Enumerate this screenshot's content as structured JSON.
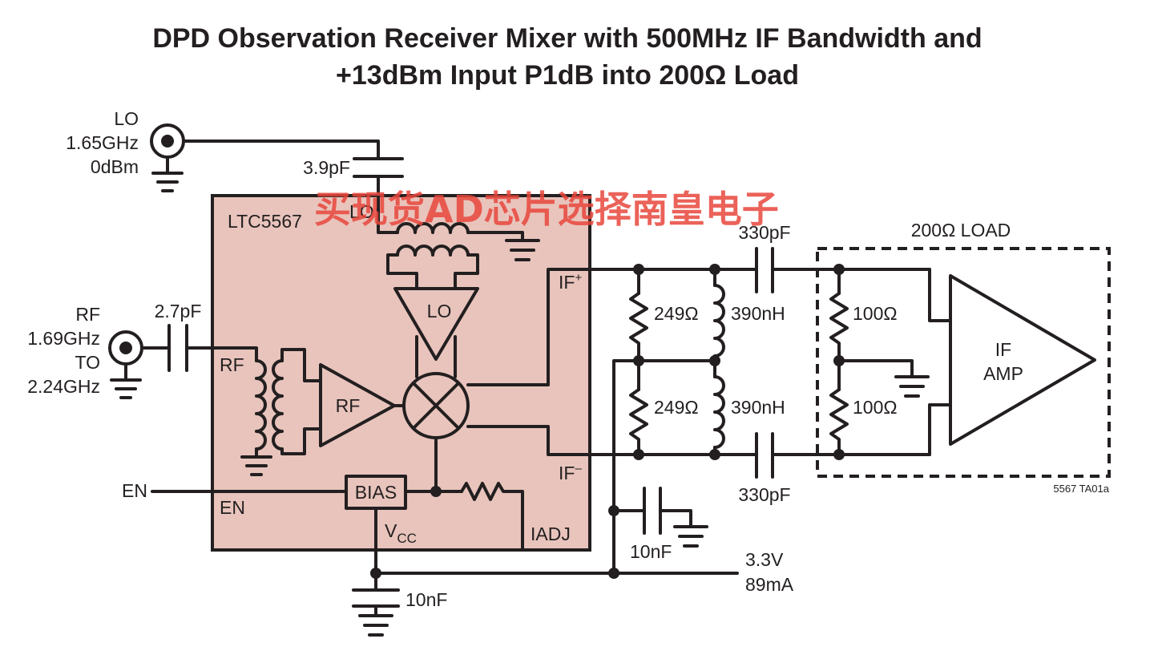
{
  "title": {
    "line1": "DPD Observation Receiver Mixer with 500MHz IF Bandwidth and",
    "line2": "+13dBm Input P1dB into 200Ω Load"
  },
  "watermark": "买现货AD芯片选择南皇电子",
  "chip": {
    "name": "LTC5567",
    "fill_color": "#e8c4bc",
    "pins": {
      "lo": "LO",
      "rf": "RF",
      "if_plus": "IF",
      "if_plus_sup": "+",
      "if_minus": "IF",
      "if_minus_sup": "–",
      "en": "EN",
      "vcc": "V",
      "vcc_sub": "CC",
      "iadj": "IADJ"
    },
    "blocks": {
      "lo_amp": "LO",
      "rf_amp": "RF",
      "bias": "BIAS"
    }
  },
  "lo_source": {
    "line1": "LO",
    "line2": "1.65GHz",
    "line3": "0dBm"
  },
  "rf_source": {
    "line1": "RF",
    "line2": "1.69GHz",
    "line3": "TO",
    "line4": "2.24GHz"
  },
  "en_input": "EN",
  "components": {
    "c_lo": "3.9pF",
    "c_rf": "2.7pF",
    "c_if_top": "330pF",
    "c_if_bot": "330pF",
    "r_top": "249Ω",
    "r_bot": "249Ω",
    "l_top": "390nH",
    "l_bot": "390nH",
    "c_bypass_mid": "10nF",
    "c_bypass_vcc": "10nF"
  },
  "load": {
    "label": "200Ω LOAD",
    "r_top": "100Ω",
    "r_bot": "100Ω",
    "amp_line1": "IF",
    "amp_line2": "AMP"
  },
  "supply": {
    "voltage": "3.3V",
    "current": "89mA"
  },
  "figure_id": "5567 TA01a"
}
